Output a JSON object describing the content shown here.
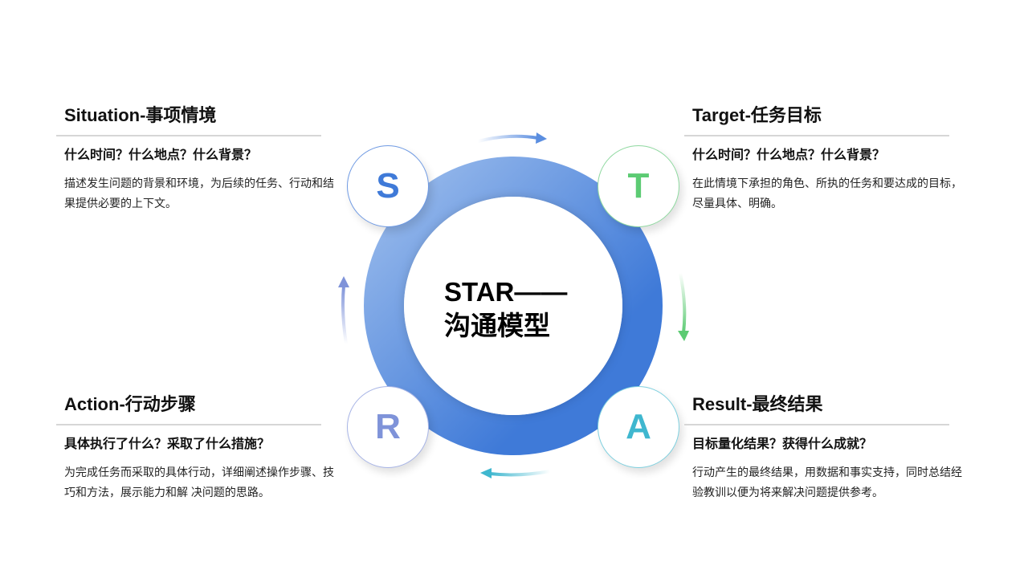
{
  "center": {
    "line1": "STAR——",
    "line2": "沟通模型"
  },
  "colors": {
    "ring_light": "#8fb2ea",
    "ring_dark": "#3f7ad8",
    "s": "#3f7ad8",
    "t": "#5ccb73",
    "a": "#3fb7cf",
    "r": "#7f93d9"
  },
  "nodes": [
    {
      "letter": "S"
    },
    {
      "letter": "T"
    },
    {
      "letter": "A"
    },
    {
      "letter": "R"
    }
  ],
  "panels": {
    "situation": {
      "title": "Situation-事项情境",
      "question": "什么时间？什么地点？什么背景？",
      "body": "描述发生问题的背景和环境，为后续的任务、行动和结果提供必要的上下文。"
    },
    "target": {
      "title": "Target-任务目标",
      "question": "什么时间？什么地点？什么背景？",
      "body": "在此情境下承担的角色、所执的任务和要达成的目标，尽量具体、明确。"
    },
    "action": {
      "title": "Action-行动步骤",
      "question": "具体执行了什么？采取了什么措施？",
      "body": "为完成任务而采取的具体行动，详细阐述操作步骤、技巧和方法，展示能力和解 决问题的思路。"
    },
    "result": {
      "title": "Result-最终结果",
      "question": "目标量化结果？获得什么成就？",
      "body": "行动产生的最终结果，用数据和事实支持，同时总结经验教训以便为将来解决问题提供参考。"
    }
  }
}
